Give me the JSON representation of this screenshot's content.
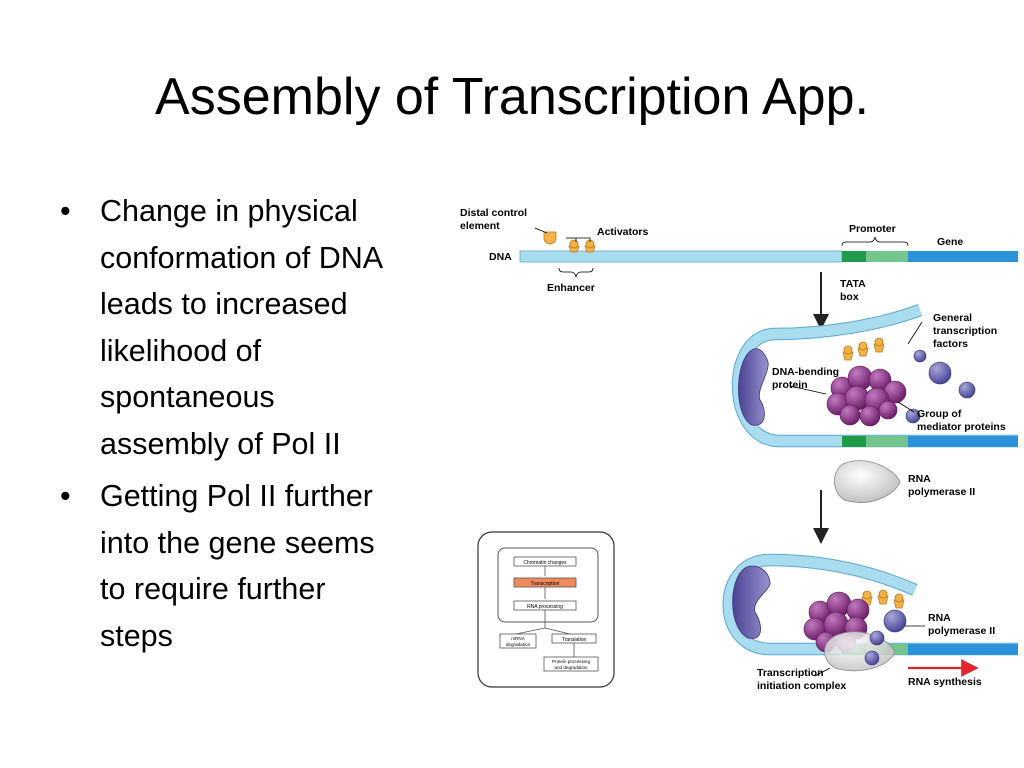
{
  "title": "Assembly of Transcription App.",
  "bullets": [
    {
      "lines": [
        "Change in physical",
        "conformation of DNA",
        "leads to increased",
        "likelihood of",
        "spontaneous",
        "assembly of Pol II"
      ]
    },
    {
      "lines": [
        "Getting Pol II further",
        "into the gene seems",
        "to require further",
        "steps"
      ]
    }
  ],
  "diagram": {
    "distal_control_1": "Distal control",
    "distal_control_2": "element",
    "activators": "Activators",
    "dna": "DNA",
    "enhancer": "Enhancer",
    "promoter": "Promoter",
    "gene": "Gene",
    "tata_1": "TATA",
    "tata_2": "box",
    "gtf_1": "General",
    "gtf_2": "transcription",
    "gtf_3": "factors",
    "dna_bending_1": "DNA-bending",
    "dna_bending_2": "protein",
    "mediator_1": "Group of",
    "mediator_2": "mediator proteins",
    "rna_pol_top_1": "RNA",
    "rna_pol_top_2": "polymerase II",
    "rna_pol_bottom_1": "RNA",
    "rna_pol_bottom_2": "polymerase II",
    "initiation_1": "Transcription",
    "initiation_2": "initiation complex",
    "rna_synthesis": "RNA synthesis",
    "flow": {
      "chromatin": "Chromatin changes",
      "transcription": "Transcription",
      "rna_processing": "RNA processing",
      "mrna_deg_1": "mRNA",
      "mrna_deg_2": "degradation",
      "translation": "Translation",
      "protein_proc_1": "Protein processing",
      "protein_proc_2": "and degradation"
    }
  },
  "colors": {
    "dna_light": "#a9dcef",
    "dna_blue": "#2a93da",
    "tata_dark": "#1f9a48",
    "tata_light": "#73c48d",
    "activator": "#f2b24a",
    "mediator": "#8e2a86",
    "gtf": "#5f5da8",
    "bending": "#7b73b6",
    "polymerase": "#d9d9d9",
    "highlight": "#f08a5e",
    "arrow_red": "#e0262c"
  }
}
